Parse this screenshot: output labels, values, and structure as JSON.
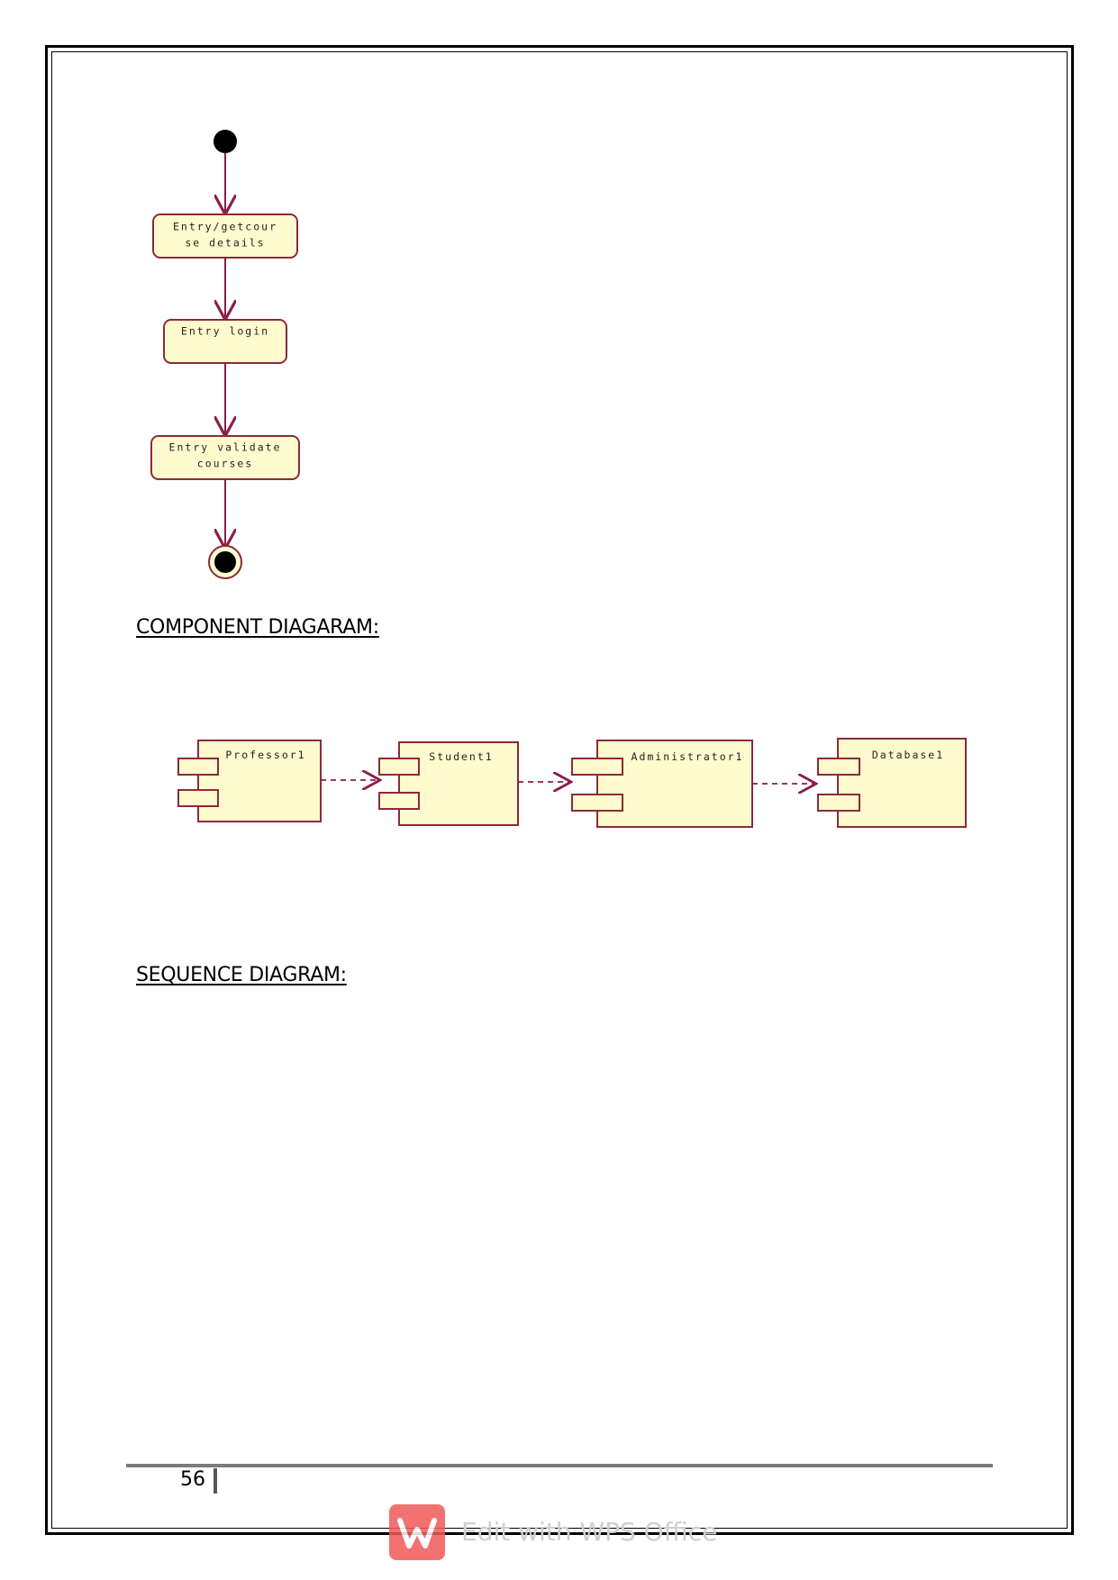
{
  "activity_diagram": {
    "states": [
      {
        "line1": "Entry/getcour",
        "line2": "se details"
      },
      {
        "line1": "Entry login",
        "line2": ""
      },
      {
        "line1": "Entry validate",
        "line2": "courses"
      }
    ]
  },
  "headings": {
    "component": "COMPONENT DIAGARAM:",
    "sequence": "SEQUENCE DIAGRAM:"
  },
  "component_diagram": {
    "components": [
      "Professor1",
      "Student1",
      "Administrator1",
      "Database1"
    ]
  },
  "footer": {
    "page_number": "56"
  },
  "watermark": {
    "text": "Edit with WPS Office",
    "icon": "wps-logo-icon"
  },
  "colors": {
    "line": "#8b1f4a",
    "fill": "#fffbcf",
    "border": "#8b2a3a"
  }
}
